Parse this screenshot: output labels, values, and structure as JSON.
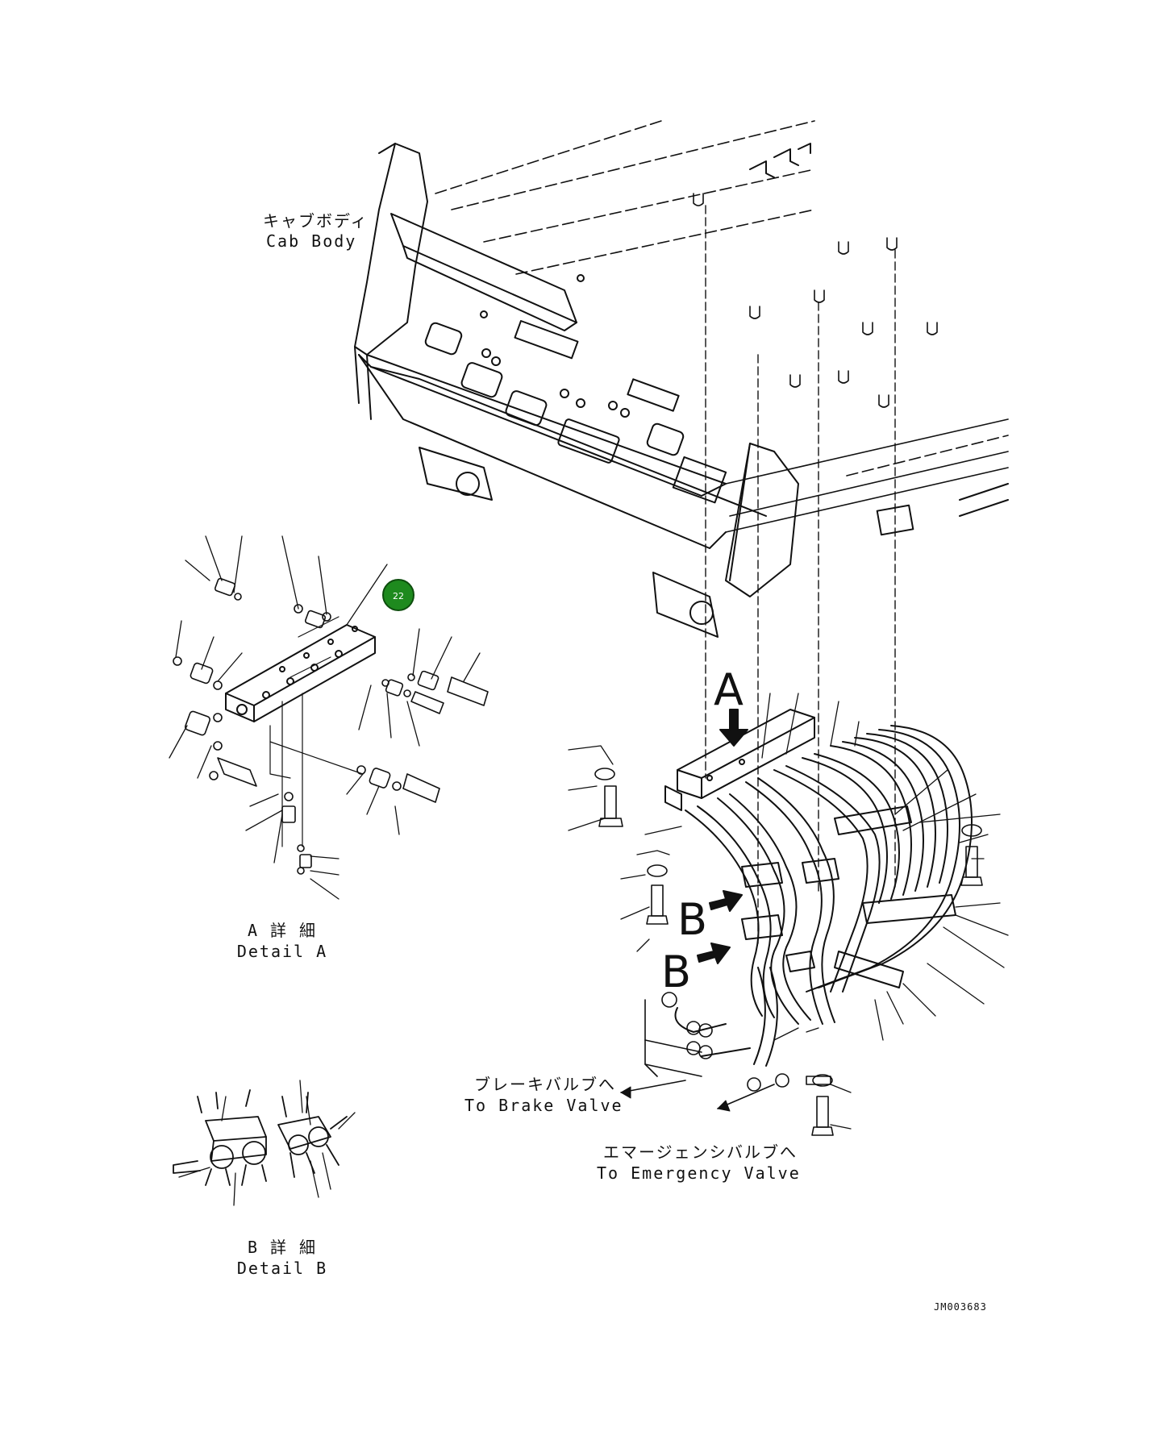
{
  "labels": {
    "cab_body_jp": "キャブボディ",
    "cab_body_en": "Cab Body",
    "detail_a_jp": "A 詳 細",
    "detail_a_en": "Detail A",
    "detail_b_jp": "B 詳 細",
    "detail_b_en": "Detail B",
    "brake_valve_jp": "ブレーキバルブへ",
    "brake_valve_en": "To Brake Valve",
    "emergency_valve_jp": "エマージェンシバルブへ",
    "emergency_valve_en": "To Emergency Valve",
    "view_a": "A",
    "view_b_upper": "B",
    "view_b_lower": "B",
    "drawing_number": "JM003683"
  },
  "callouts": [
    {
      "id": "22",
      "label": "22"
    }
  ],
  "colors": {
    "line": "#111111",
    "callout_fill": "#1e8a1e",
    "callout_text": "#ffffff"
  }
}
